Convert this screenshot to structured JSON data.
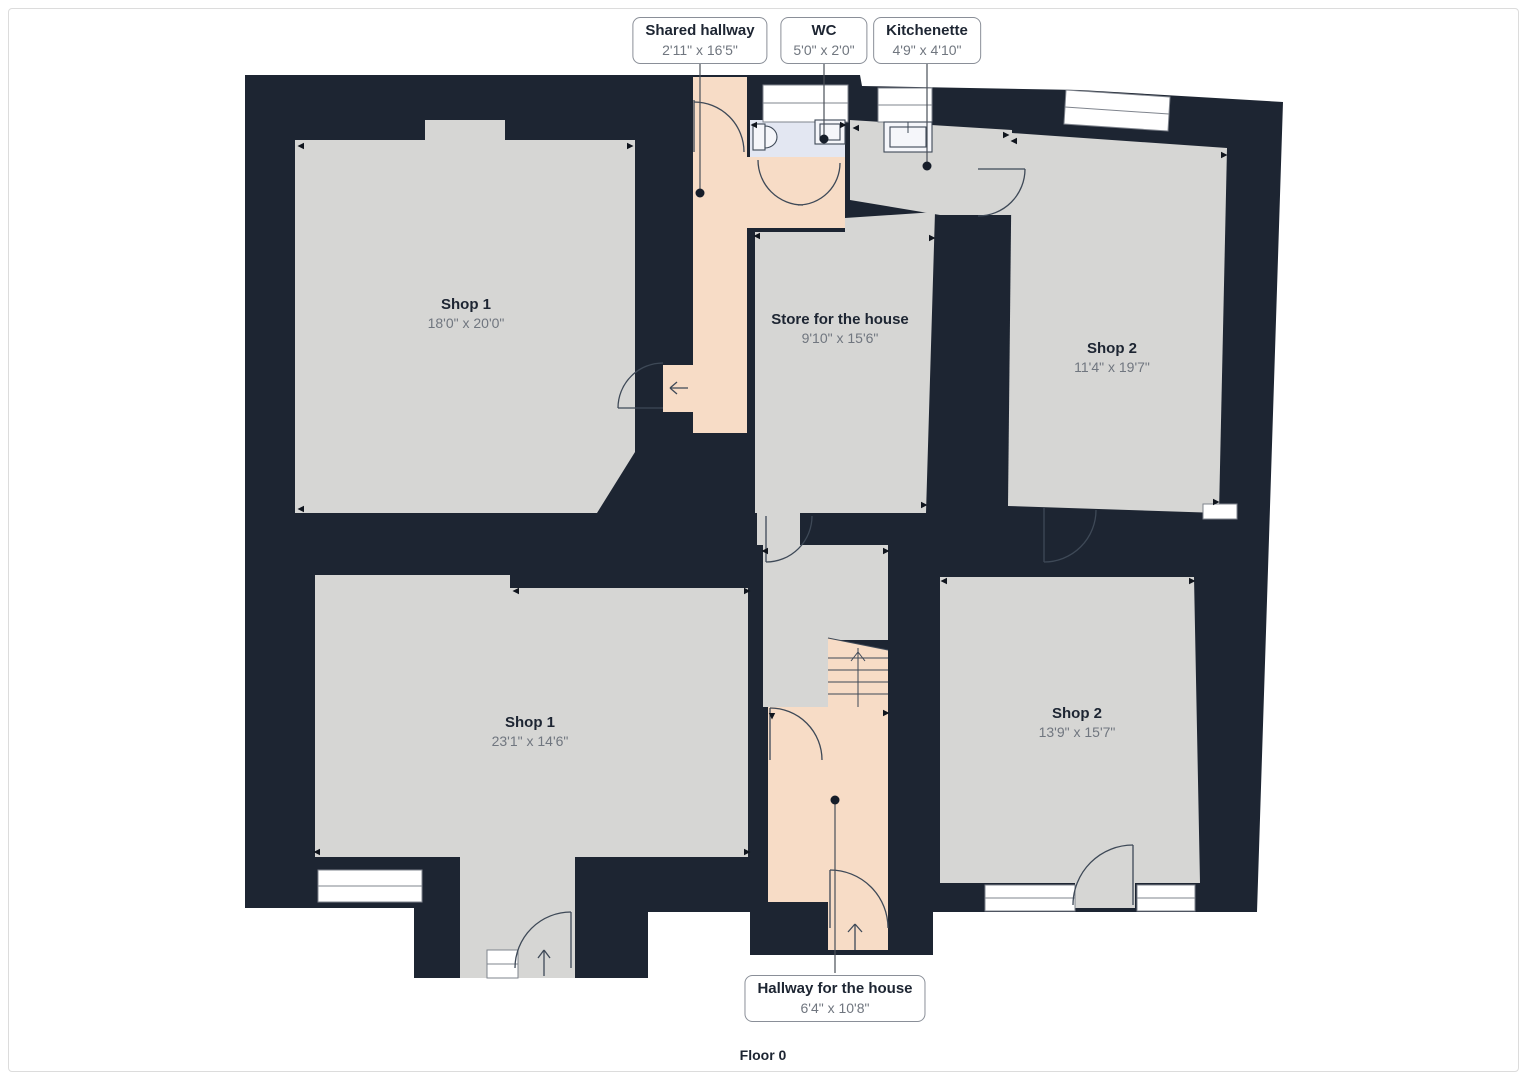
{
  "floor": {
    "label": "Floor 0"
  },
  "callouts": [
    {
      "name": "Shared hallway",
      "dims": "2'11\" x 16'5\""
    },
    {
      "name": "WC",
      "dims": "5'0\" x 2'0\""
    },
    {
      "name": "Kitchenette",
      "dims": "4'9\" x 4'10\""
    },
    {
      "name": "Hallway for the house",
      "dims": "6'4\" x 10'8\""
    }
  ],
  "rooms": [
    {
      "name": "Shop 1",
      "dims": "18'0\" x 20'0\""
    },
    {
      "name": "Store for the house",
      "dims": "9'10\" x 15'6\""
    },
    {
      "name": "Shop 2",
      "dims": "11'4\" x 19'7\""
    },
    {
      "name": "Shop 1",
      "dims": "23'1\" x 14'6\""
    },
    {
      "name": "Shop 2",
      "dims": "13'9\" x 15'7\""
    }
  ],
  "colors": {
    "wall": "#1d2532",
    "room": "#d6d6d4",
    "hallway": "#f7dcc6",
    "wc": "#e3e7f2",
    "line": "#3e4957",
    "leader": "#4a4f58",
    "winline": "#7f848d",
    "title": "#1d2532",
    "dims": "#70767f",
    "frame": "#dcdcdc"
  }
}
